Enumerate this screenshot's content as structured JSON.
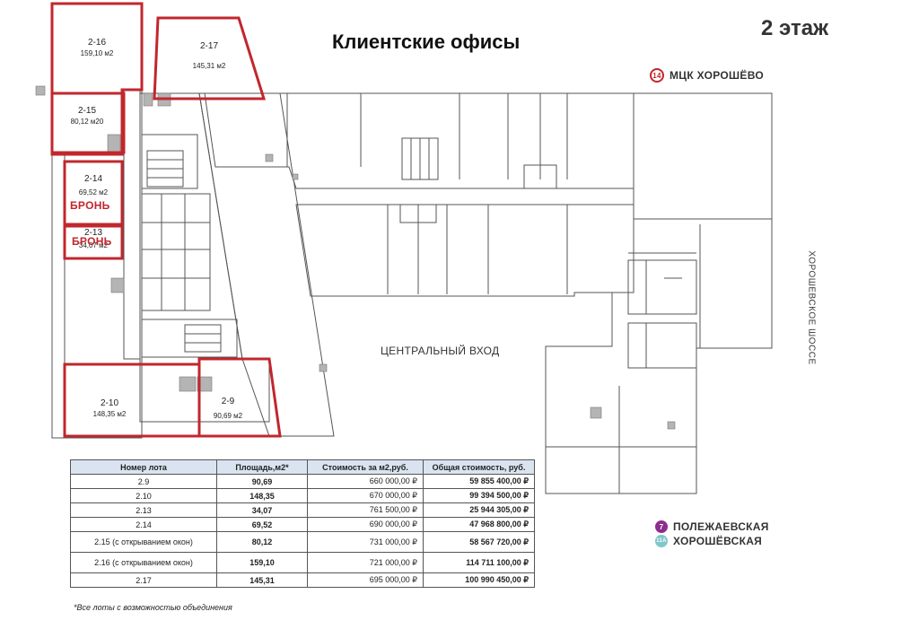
{
  "header": {
    "title": "Клиентские офисы",
    "floor": "2 этаж"
  },
  "metro": {
    "top": {
      "badge": "14",
      "name": "МЦК ХОРОШЁВО"
    },
    "bottom": [
      {
        "badge": "7",
        "name": "ПОЛЕЖАЕВСКАЯ"
      },
      {
        "badge": "11А",
        "name": "ХОРОШЁВСКАЯ"
      }
    ]
  },
  "plan": {
    "road": "ХОРОШЕВСКОЕ ШОССЕ",
    "entrance": "ЦЕНТРАЛЬНЫЙ ВХОД",
    "reserved": "БРОНЬ",
    "lots": [
      {
        "num": "2-16",
        "area": "159,10 м2"
      },
      {
        "num": "2-17",
        "area": "145,31 м2"
      },
      {
        "num": "2-15",
        "area": "80,12 м20"
      },
      {
        "num": "2-14",
        "area": "69,52 м2"
      },
      {
        "num": "2-13",
        "area": "34,07 м2"
      },
      {
        "num": "2-10",
        "area": "148,35 м2"
      },
      {
        "num": "2-9",
        "area": "90,69 м2"
      }
    ]
  },
  "table": {
    "headers": [
      "Номер лота",
      "Площадь,м2*",
      "Стоимость за м2,руб.",
      "Общая стоимость, руб."
    ],
    "rows": [
      [
        "2.9",
        "90,69",
        "660 000,00 ₽",
        "59 855 400,00 ₽"
      ],
      [
        "2.10",
        "148,35",
        "670 000,00 ₽",
        "99 394 500,00 ₽"
      ],
      [
        "2.13",
        "34,07",
        "761 500,00 ₽",
        "25 944 305,00 ₽"
      ],
      [
        "2.14",
        "69,52",
        "690 000,00 ₽",
        "47 968 800,00 ₽"
      ],
      [
        "2.15  (с открыванием окон)",
        "80,12",
        "731 000,00 ₽",
        "58 567 720,00 ₽"
      ],
      [
        "2.16  (с открыванием окон)",
        "159,10",
        "721 000,00 ₽",
        "114 711 100,00 ₽"
      ],
      [
        "2.17",
        "145,31",
        "695 000,00 ₽",
        "100 990 450,00 ₽"
      ]
    ]
  },
  "footnote": "*Все лоты с возможностью объединения"
}
